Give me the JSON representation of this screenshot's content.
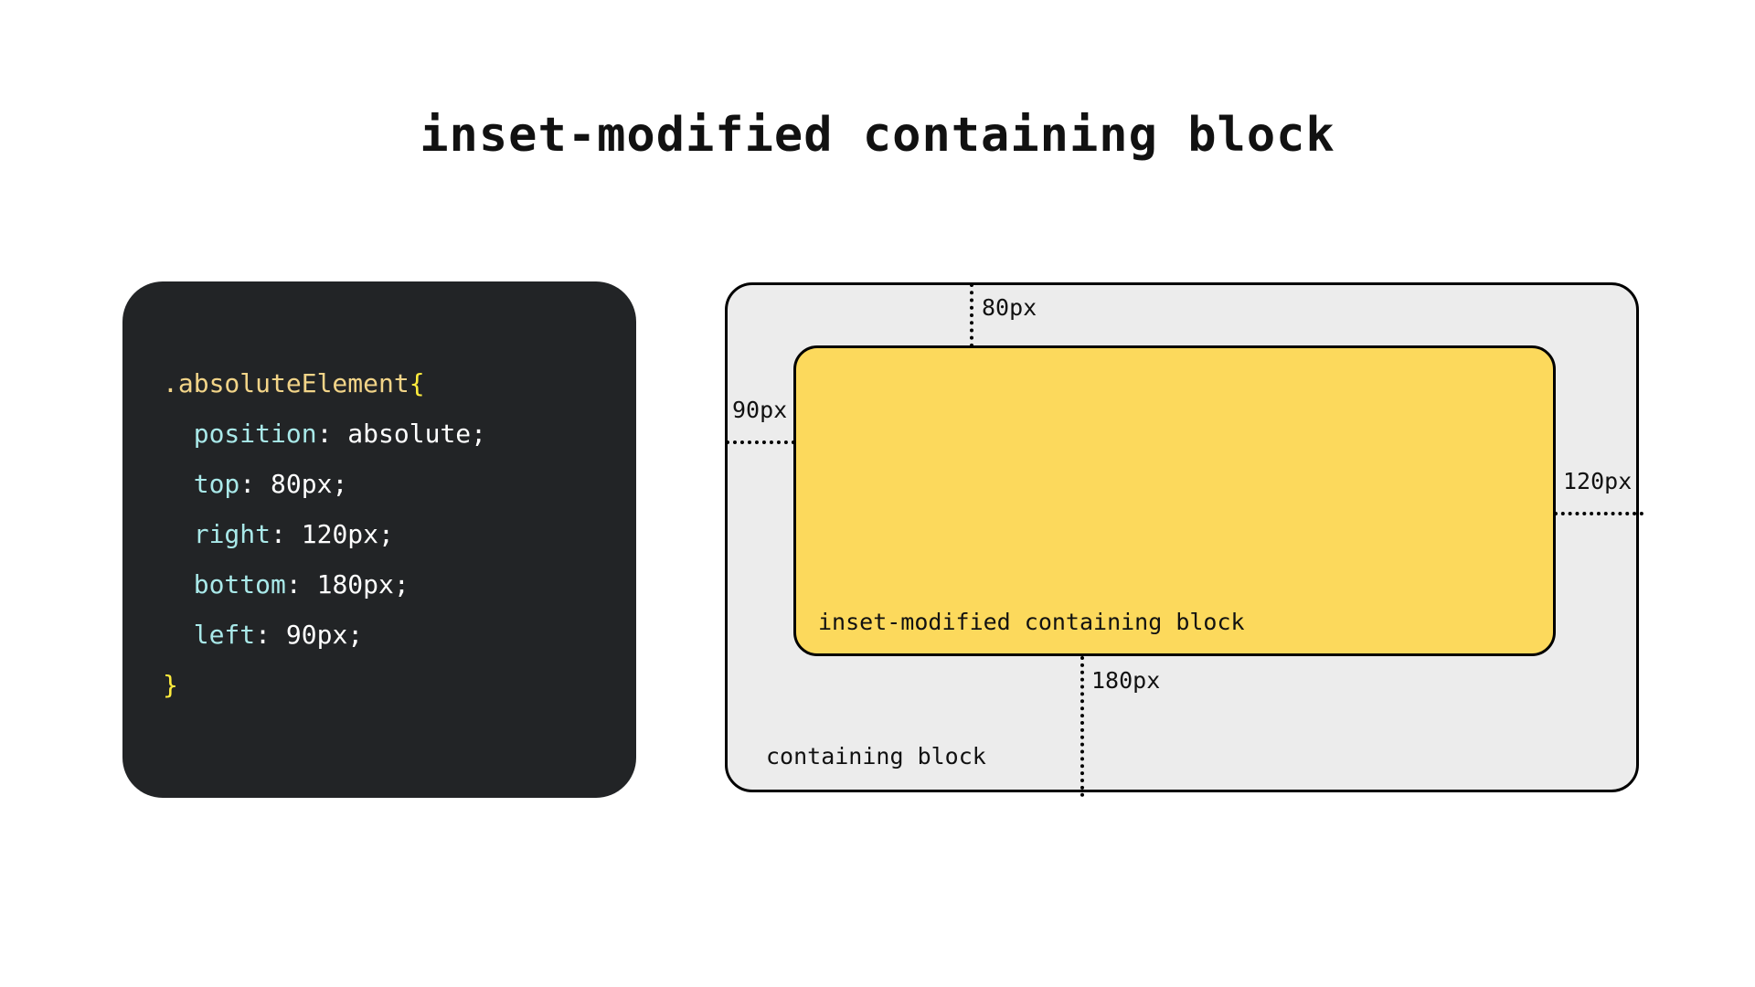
{
  "page": {
    "title": "inset-modified containing block",
    "background_color": "#ffffff"
  },
  "code_panel": {
    "background_color": "#222426",
    "selector": ".absoluteElement",
    "open_brace": "{",
    "close_brace": "}",
    "colors": {
      "selector": "#f2d488",
      "brace": "#ffec3d",
      "property": "#a9e9e9",
      "value": "#ffffff"
    },
    "declarations": [
      {
        "property": "position",
        "colon": ": ",
        "value": "absolute;"
      },
      {
        "property": "top",
        "colon": ": ",
        "value": "80px;"
      },
      {
        "property": "right",
        "colon": ": ",
        "value": "120px;"
      },
      {
        "property": "bottom",
        "colon": ": ",
        "value": "180px;"
      },
      {
        "property": "left",
        "colon": ": ",
        "value": "90px;"
      }
    ]
  },
  "diagram": {
    "containing_block": {
      "label": "containing block",
      "fill_color": "#ececec",
      "border_color": "#000000"
    },
    "inset_modified_block": {
      "label": "inset-modified containing block",
      "fill_color": "#fcd95c",
      "border_color": "#000000"
    },
    "measurements": [
      {
        "name": "top",
        "label": "80px"
      },
      {
        "name": "left",
        "label": "90px"
      },
      {
        "name": "right",
        "label": "120px"
      },
      {
        "name": "bottom",
        "label": "180px"
      }
    ]
  }
}
